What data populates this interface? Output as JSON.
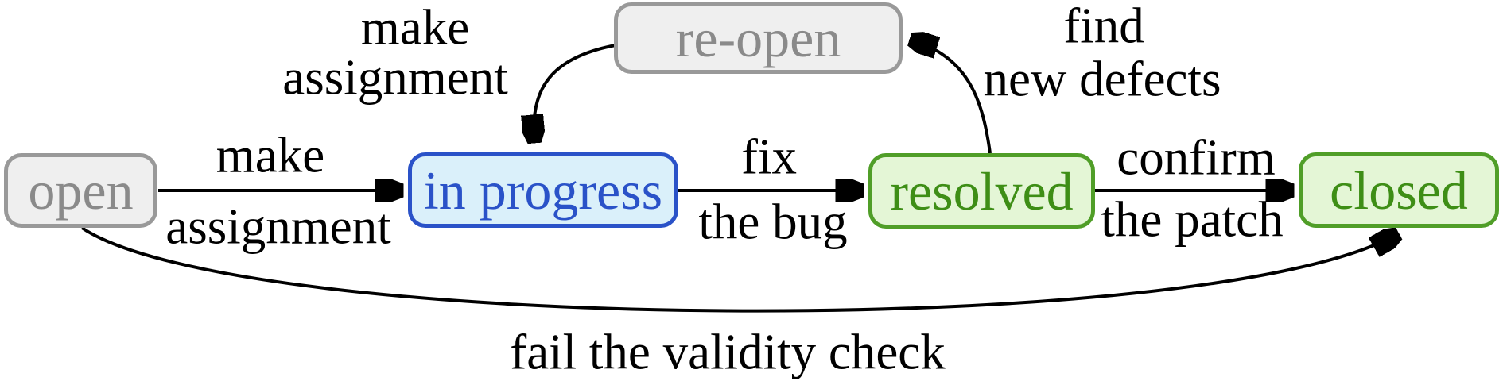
{
  "diagram": {
    "nodes": [
      {
        "id": "open",
        "label": "open",
        "style": "gray"
      },
      {
        "id": "in-progress",
        "label": "in progress",
        "style": "blue"
      },
      {
        "id": "resolved",
        "label": "resolved",
        "style": "green"
      },
      {
        "id": "closed",
        "label": "closed",
        "style": "green"
      },
      {
        "id": "re-open",
        "label": "re-open",
        "style": "gray"
      }
    ],
    "edges": [
      {
        "from": "open",
        "to": "in-progress",
        "lines": [
          "make",
          "assignment"
        ]
      },
      {
        "from": "in-progress",
        "to": "resolved",
        "lines": [
          "fix",
          "the bug"
        ]
      },
      {
        "from": "resolved",
        "to": "closed",
        "lines": [
          "confirm",
          "the patch"
        ]
      },
      {
        "from": "re-open",
        "to": "in-progress",
        "lines": [
          "make",
          "assignment"
        ]
      },
      {
        "from": "resolved",
        "to": "re-open",
        "lines": [
          "find",
          "new defects"
        ]
      },
      {
        "from": "open",
        "to": "closed",
        "lines": [
          "fail the validity check"
        ]
      }
    ],
    "colors": {
      "gray_fill": "#efefef",
      "gray_border": "#999999",
      "gray_text": "#8a8a8a",
      "blue_fill": "#daf0fa",
      "blue_border": "#2a52c8",
      "blue_text": "#2a52c8",
      "green_fill": "#e4f6d6",
      "green_border": "#509e28",
      "green_text": "#3e8e16",
      "arrow": "#000000",
      "background": "#ffffff"
    }
  }
}
